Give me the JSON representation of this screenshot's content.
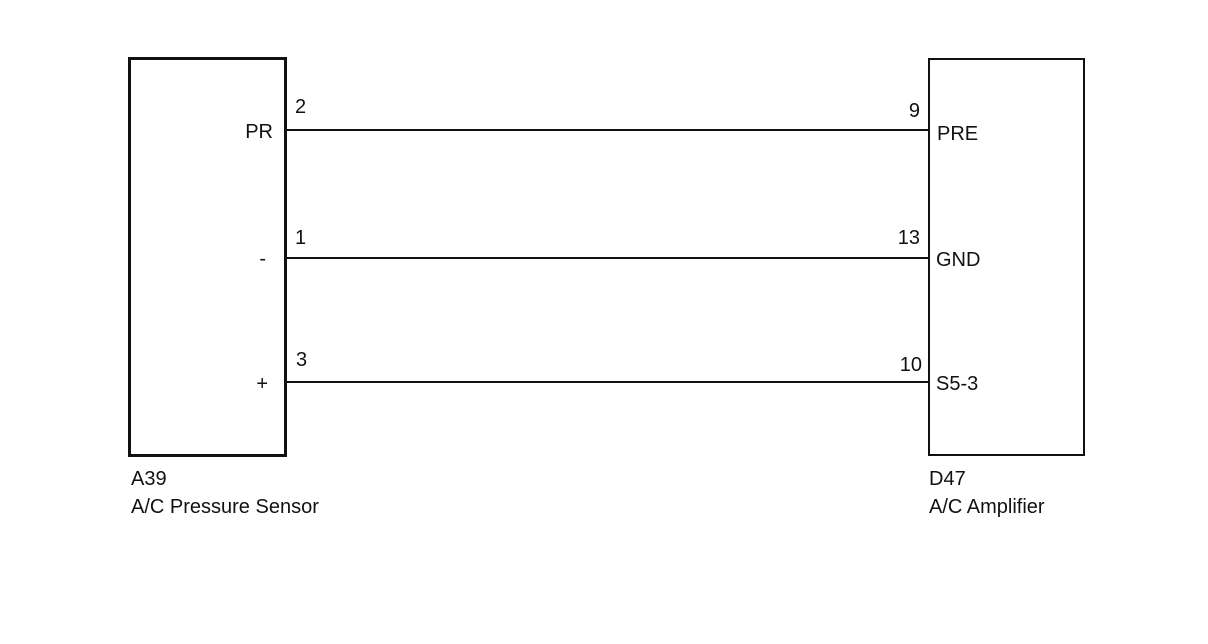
{
  "components": {
    "left": {
      "code": "A39",
      "name": "A/C Pressure Sensor",
      "pins": [
        {
          "number": "2",
          "label": "PR"
        },
        {
          "number": "1",
          "label": "-"
        },
        {
          "number": "3",
          "label": "+"
        }
      ]
    },
    "right": {
      "code": "D47",
      "name": "A/C Amplifier",
      "pins": [
        {
          "number": "9",
          "label": "PRE"
        },
        {
          "number": "13",
          "label": "GND"
        },
        {
          "number": "10",
          "label": "S5-3"
        }
      ]
    }
  },
  "wires": [
    {
      "from": "A39-2",
      "to": "D47-9"
    },
    {
      "from": "A39-1",
      "to": "D47-13"
    },
    {
      "from": "A39-3",
      "to": "D47-10"
    }
  ]
}
